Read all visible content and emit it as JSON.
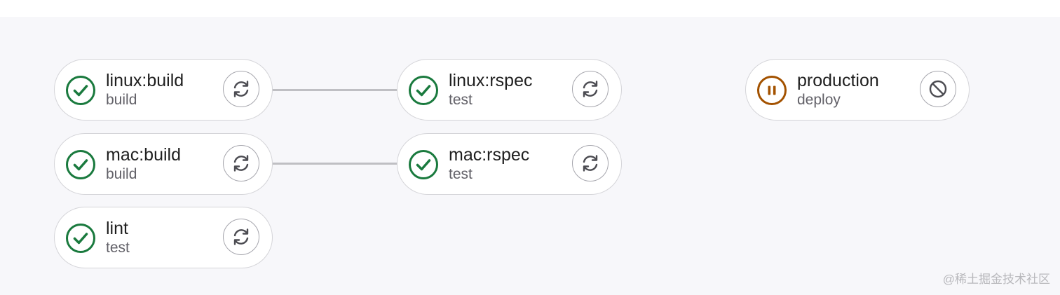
{
  "colors": {
    "success": "#1a7a3e",
    "manual": "#a35200",
    "connector": "#bfbfc3",
    "canvas_bg": "#f7f7fa"
  },
  "jobs": [
    {
      "name": "linux:build",
      "stage": "build",
      "status": "success",
      "status_icon": "check-circle-icon",
      "action": "retry",
      "action_icon": "retry-icon"
    },
    {
      "name": "mac:build",
      "stage": "build",
      "status": "success",
      "status_icon": "check-circle-icon",
      "action": "retry",
      "action_icon": "retry-icon"
    },
    {
      "name": "lint",
      "stage": "test",
      "status": "success",
      "status_icon": "check-circle-icon",
      "action": "retry",
      "action_icon": "retry-icon"
    },
    {
      "name": "linux:rspec",
      "stage": "test",
      "status": "success",
      "status_icon": "check-circle-icon",
      "action": "retry",
      "action_icon": "retry-icon"
    },
    {
      "name": "mac:rspec",
      "stage": "test",
      "status": "success",
      "status_icon": "check-circle-icon",
      "action": "retry",
      "action_icon": "retry-icon"
    },
    {
      "name": "production",
      "stage": "deploy",
      "status": "manual",
      "status_icon": "pause-circle-icon",
      "action": "cancel",
      "action_icon": "cancel-icon"
    }
  ],
  "watermark": "@稀土掘金技术社区"
}
